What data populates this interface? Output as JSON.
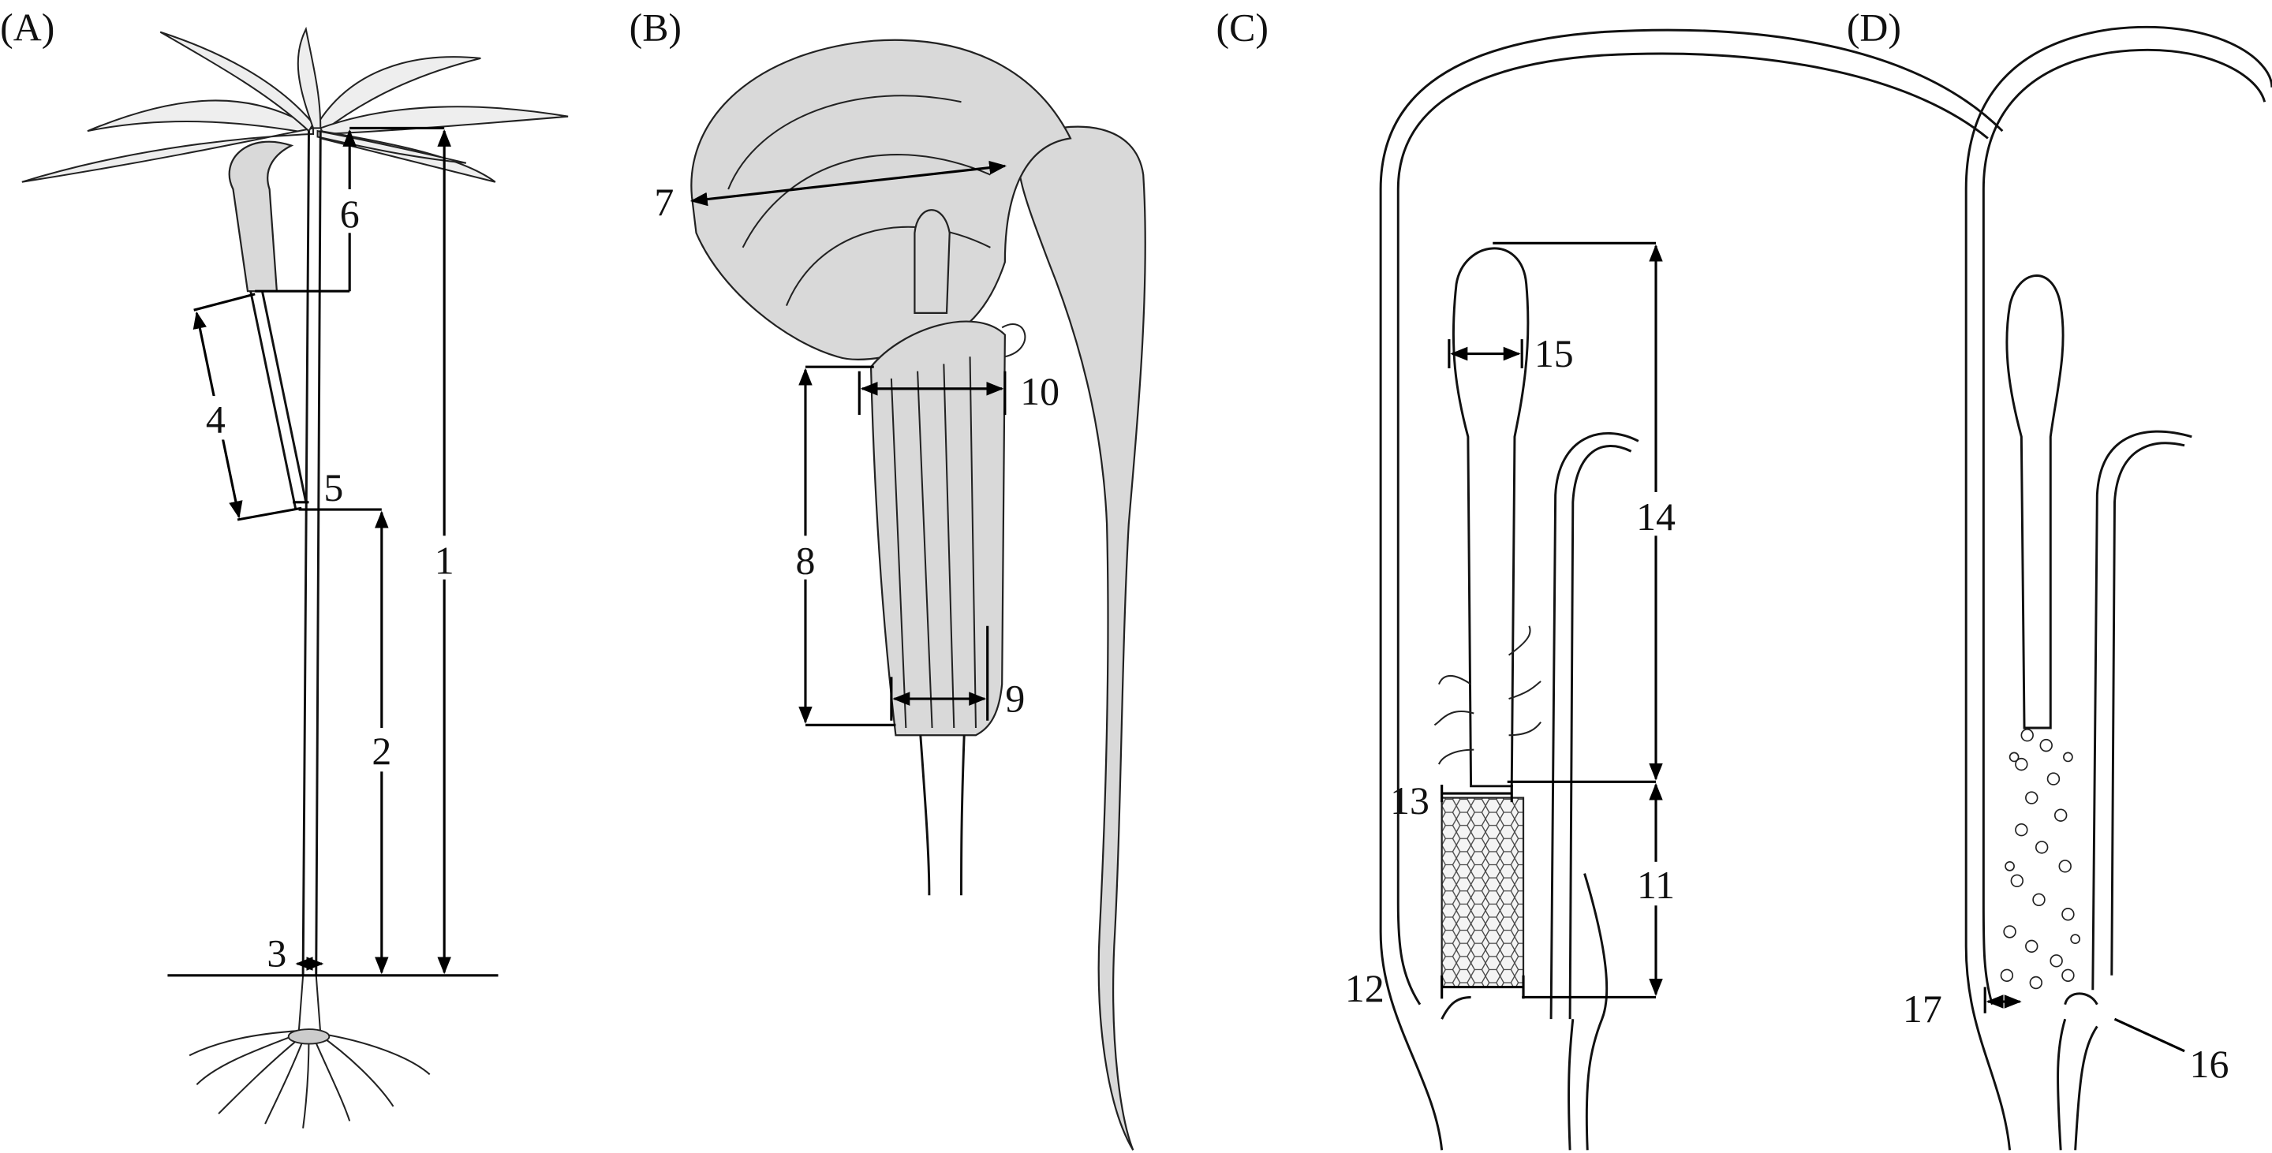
{
  "panels": [
    {
      "id": "A",
      "label": "(A)",
      "dims": [
        "1",
        "2",
        "3",
        "4",
        "5",
        "6"
      ]
    },
    {
      "id": "B",
      "label": "(B)",
      "dims": [
        "7",
        "8",
        "9",
        "10"
      ]
    },
    {
      "id": "C",
      "label": "(C)",
      "dims": [
        "11",
        "12",
        "13",
        "14",
        "15"
      ]
    },
    {
      "id": "D",
      "label": "(D)",
      "dims": [
        "16",
        "17"
      ]
    }
  ],
  "colors": {
    "ink": "#111111",
    "background": "#ffffff"
  }
}
